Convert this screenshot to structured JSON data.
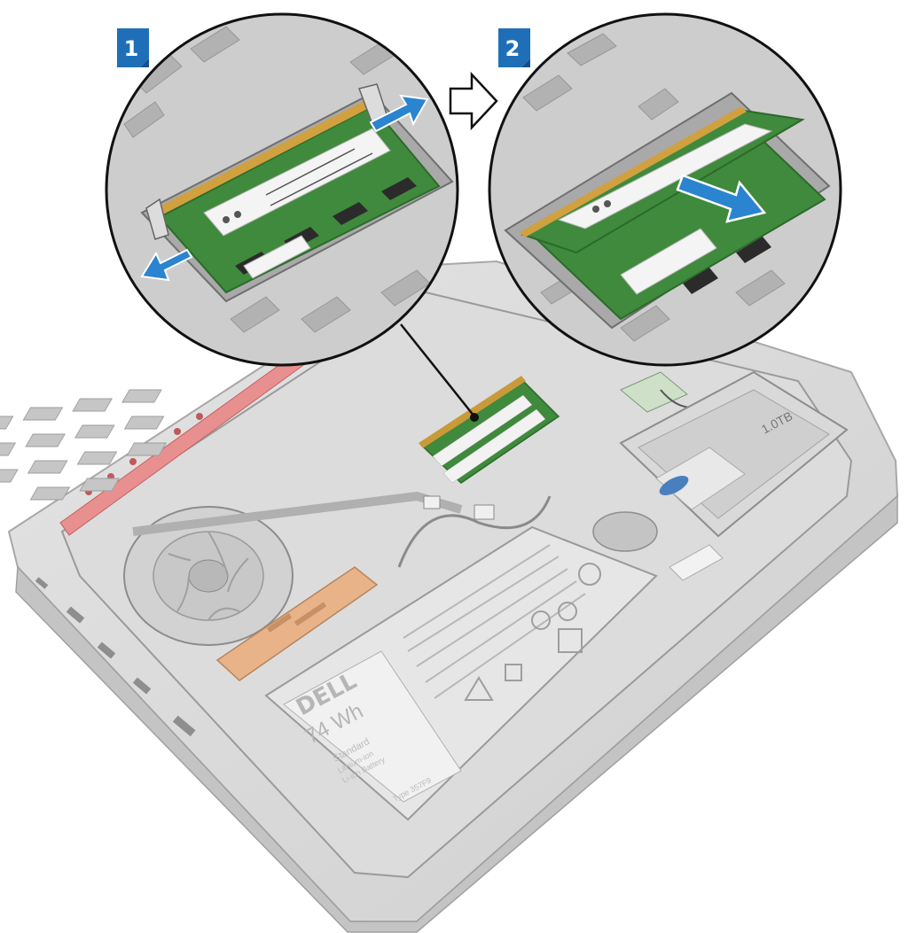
{
  "steps": [
    {
      "number": "1",
      "name": "release-securing-clips"
    },
    {
      "number": "2",
      "name": "slide-and-remove-memory-module"
    }
  ],
  "battery": {
    "brand": "DELL",
    "capacity": "74 Wh",
    "line1": "Standard",
    "line2": "Lithium-ion",
    "line3": "Li-ion Battery",
    "type": "Type 357F9"
  },
  "hard_drive": {
    "capacity": "1.0TB"
  },
  "icons": {
    "step_marker": "step-badge-icon",
    "next_step": "hollow-arrow-right-icon",
    "push_direction": "blue-arrow-icon"
  },
  "colors": {
    "badge_blue": "#1f6fb8",
    "arrow_blue": "#2a84d0",
    "pcb_green": "#3f8a3c",
    "chassis_gray": "#d6d6d6",
    "red_trim": "#e07a7a"
  }
}
